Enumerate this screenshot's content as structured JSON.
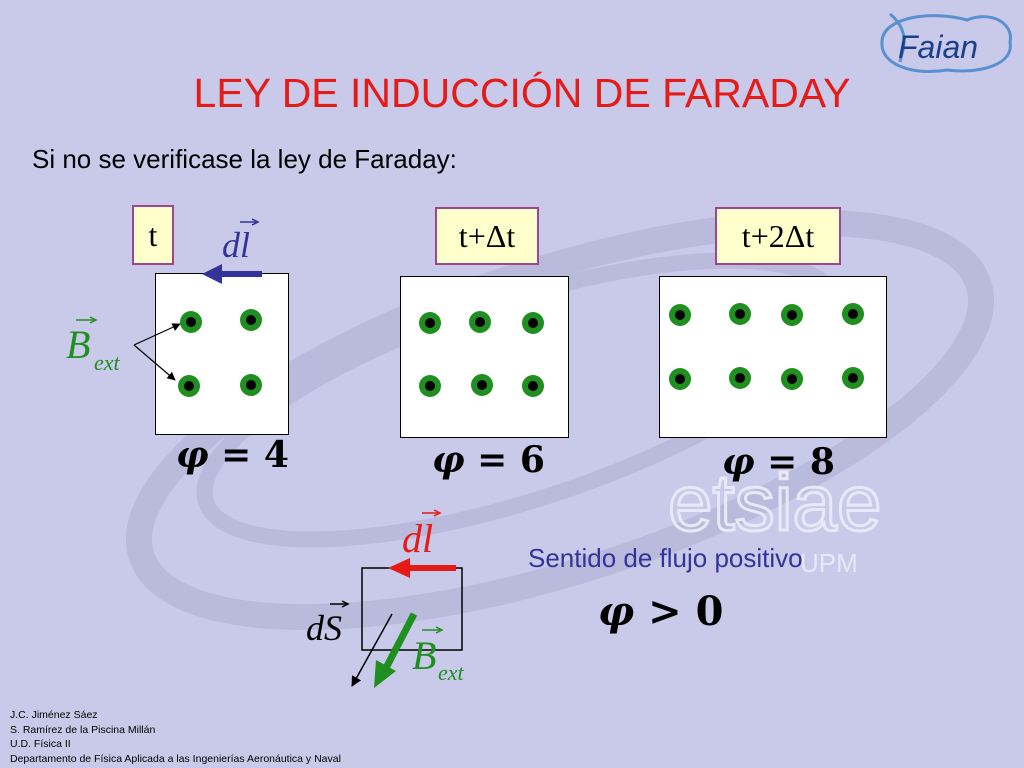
{
  "title": "LEY DE INDUCCIÓN DE FARADAY",
  "subtitle": "Si no se verificase la ley de Faraday:",
  "logo": {
    "text": "Faian"
  },
  "watermark": {
    "text": "etsiae",
    "subtext": "UPM"
  },
  "frames": [
    {
      "time": "t",
      "flux_value": "4"
    },
    {
      "time": "t+Δt",
      "flux_value": "6"
    },
    {
      "time": "t+2Δt",
      "flux_value": "8"
    }
  ],
  "labels": {
    "dl": "dl",
    "B": "B",
    "ext": "ext",
    "dS": "dS",
    "flux_symbol": "φ",
    "equals": "=",
    "greater": ">",
    "zero": "0"
  },
  "positive_sense_text": "Sentido de flujo positivo",
  "credits": [
    "J.C. Jiménez Sáez",
    "S. Ramírez de la Piscina Millán",
    "U.D. Física II",
    "Departamento de Física Aplicada a las Ingenierías Aeronáutica y Naval"
  ],
  "colors": {
    "background": "#c9c9e9",
    "title": "#e41b17",
    "dot_green": "#1f8f1f",
    "arrow_blue": "#333399",
    "arrow_red": "#e41b17",
    "arrow_green": "#1f8f1f",
    "timebox_border": "#a0468c",
    "timebox_fill": "#ffffcc"
  }
}
